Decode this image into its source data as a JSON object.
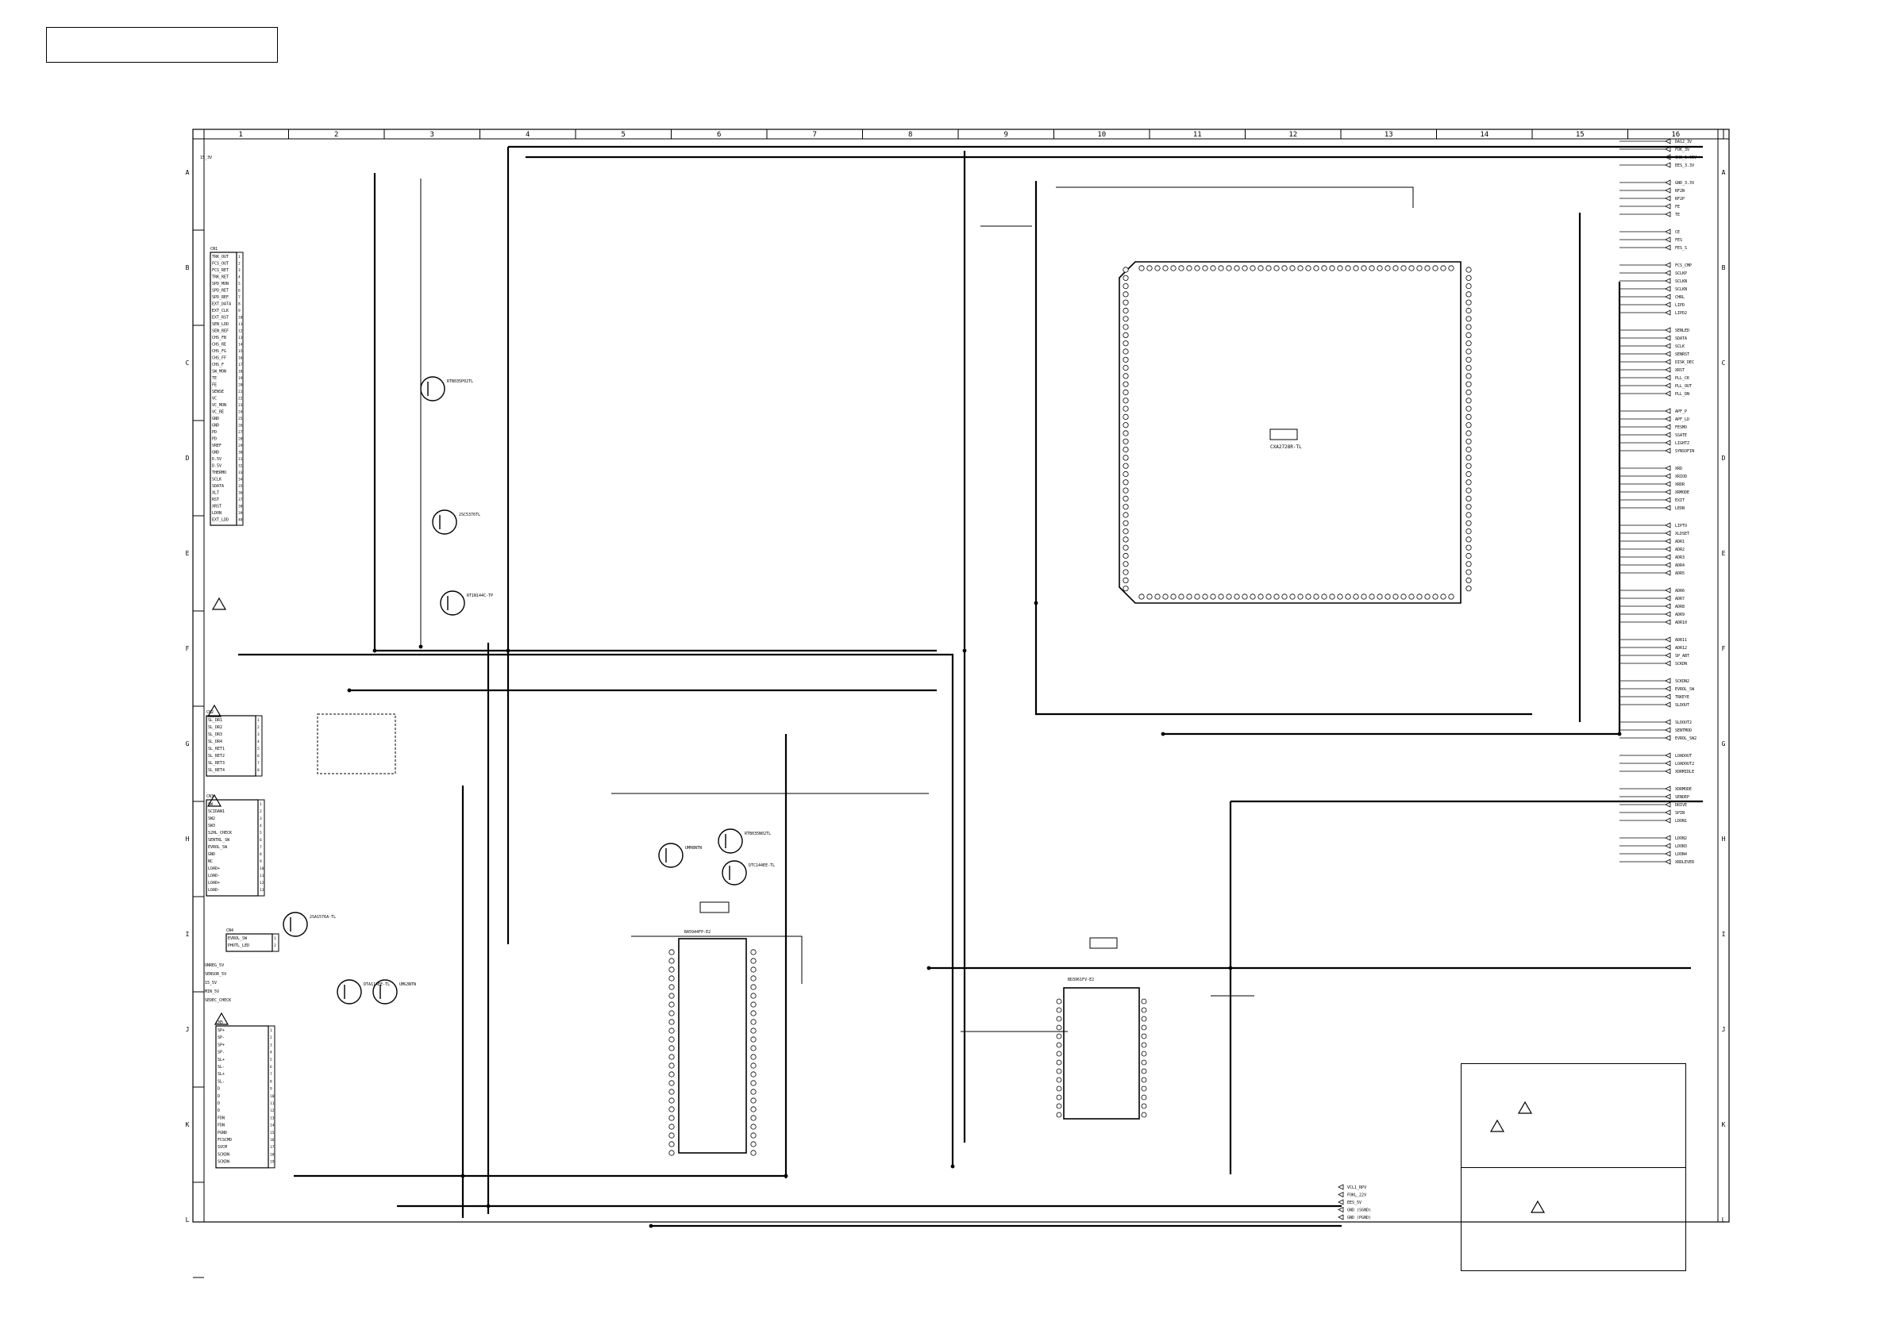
{
  "grid": {
    "columns": [
      "1",
      "2",
      "3",
      "4",
      "5",
      "6",
      "7",
      "8",
      "9",
      "10",
      "11",
      "12",
      "13",
      "14",
      "15",
      "16"
    ],
    "rows": [
      "A",
      "B",
      "C",
      "D",
      "E",
      "F",
      "G",
      "H",
      "I",
      "J",
      "K",
      "L"
    ]
  },
  "main_ic": {
    "part": "CXA2728R-TL"
  },
  "audio_ic": {
    "part": "BA5944FP-E2"
  },
  "driver_ic": {
    "part": "BD3961FV-E2"
  },
  "transistors": [
    {
      "part": "RTB035P02TL"
    },
    {
      "part": "2SC5376TL"
    },
    {
      "part": "2SA1576A-TL"
    },
    {
      "part": "RTB035N02TL"
    },
    {
      "part": "DTC144EE-TL"
    },
    {
      "part": "UMH8NTN"
    },
    {
      "part": "DTA114EE-TL"
    },
    {
      "part": "UMG3NTN"
    },
    {
      "part": "RT1N144C-TP"
    }
  ],
  "connectors": [
    {
      "ref": "CN1",
      "pins": [
        "TRK_OUT",
        "FCS_OUT",
        "FCS_RET",
        "TRK_RET",
        "SPD_MON",
        "SPD_RET",
        "SPD_REF",
        "EXT_DATA",
        "EXT_CLK",
        "EXT_RST",
        "SEN_LDD",
        "SEN_REF",
        "CHS_FB",
        "CHS_RE",
        "CHS_FG",
        "CHS_FF",
        "CHS_F",
        "SW_MON",
        "TE",
        "FE",
        "SENSE",
        "VC",
        "VC_MON",
        "VC_RE",
        "GND",
        "GND",
        "PD",
        "PD",
        "VREF",
        "GND",
        "D.5V",
        "D.5V",
        "THERMO",
        "SCLK",
        "SDATA",
        "XLT",
        "RST",
        "XRST",
        "LDON",
        "EXT_LDD"
      ]
    },
    {
      "ref": "CN2",
      "pins": [
        "SL_DR1",
        "SL_DR2",
        "SL_DR3",
        "SL_DR4",
        "SL_RET1",
        "SL_RET2",
        "SL_RET3",
        "SL_RET4"
      ]
    },
    {
      "ref": "CN3",
      "pins": [
        "SW",
        "SCIDAN1",
        "SW2",
        "SW3",
        "S2HL_CHECK",
        "SENTRL_SW",
        "EVROL_SW",
        "GND",
        "NC",
        "LOAD+",
        "LOAD-",
        "LOAD+",
        "LOAD-"
      ]
    },
    {
      "ref": "CN4",
      "pins": [
        "EVROL_SW",
        "PHOTL_LED"
      ]
    },
    {
      "ref": "CN5",
      "pins": [
        "SP+",
        "SP-",
        "SP+",
        "SP-",
        "SL+",
        "SL-",
        "SL+",
        "SL-",
        "D",
        "D",
        "D",
        "D",
        "FDN",
        "FDN",
        "PGND",
        "FCSCMD",
        "SVCM",
        "SCKDN",
        "SCKDN"
      ]
    }
  ],
  "right_nets": [
    "DA12_3V",
    "FOK_3V",
    "CHS_1.65V",
    "EES_3.3V",
    "GND_3.3V",
    "RF2N",
    "RF2P",
    "FE",
    "TE",
    "CE",
    "FES",
    "FES_S",
    "FCS_CMP",
    "SCLKP",
    "SCLKN",
    "SCLKN",
    "CHRL",
    "LIPD",
    "LIPD2",
    "SENLED",
    "SDATA",
    "SCLK",
    "SENRST",
    "DISK_DEC",
    "XRST",
    "PLL_CK",
    "PLL_OUT",
    "PLL_DN",
    "APF_P",
    "APF_LD",
    "FESMO",
    "SSATE",
    "LIGHTZ",
    "SYNSOFIN",
    "XRD",
    "XRIOD",
    "XRDR",
    "XRMODE",
    "EXIT",
    "LEDN",
    "LIPTO",
    "XLDSET",
    "ADR1",
    "ADR2",
    "ADR3",
    "ADR4",
    "ADR5",
    "ADR6",
    "ADR7",
    "ADR8",
    "ADR9",
    "ADR10",
    "ADR11",
    "ADR12",
    "SP_ABT",
    "SCKDN",
    "SCKDN2",
    "EVROL_SW",
    "TRKEYE",
    "SLDOUT",
    "SLDOUT2",
    "SENTMOD",
    "EVROL_SW2",
    "LOADOUT",
    "LOADOUT2",
    "XDRMIDLE",
    "XDRMODE",
    "SENDEP",
    "DRIVE",
    "SPIN",
    "LDON1",
    "LDON2",
    "LDON3",
    "LDON4",
    "XRDLEVER"
  ],
  "bottom_nets": [
    "VCL1_RPV",
    "FOKL_22V",
    "EES_5V",
    "GND (SGND)",
    "GND (PGND)"
  ],
  "left_nets": [
    "UNREG_5V",
    "SENSOR_5V",
    "15_5V",
    "MIN_5V",
    "SEDEC_CHECK"
  ],
  "top_left_net": "15_3V"
}
